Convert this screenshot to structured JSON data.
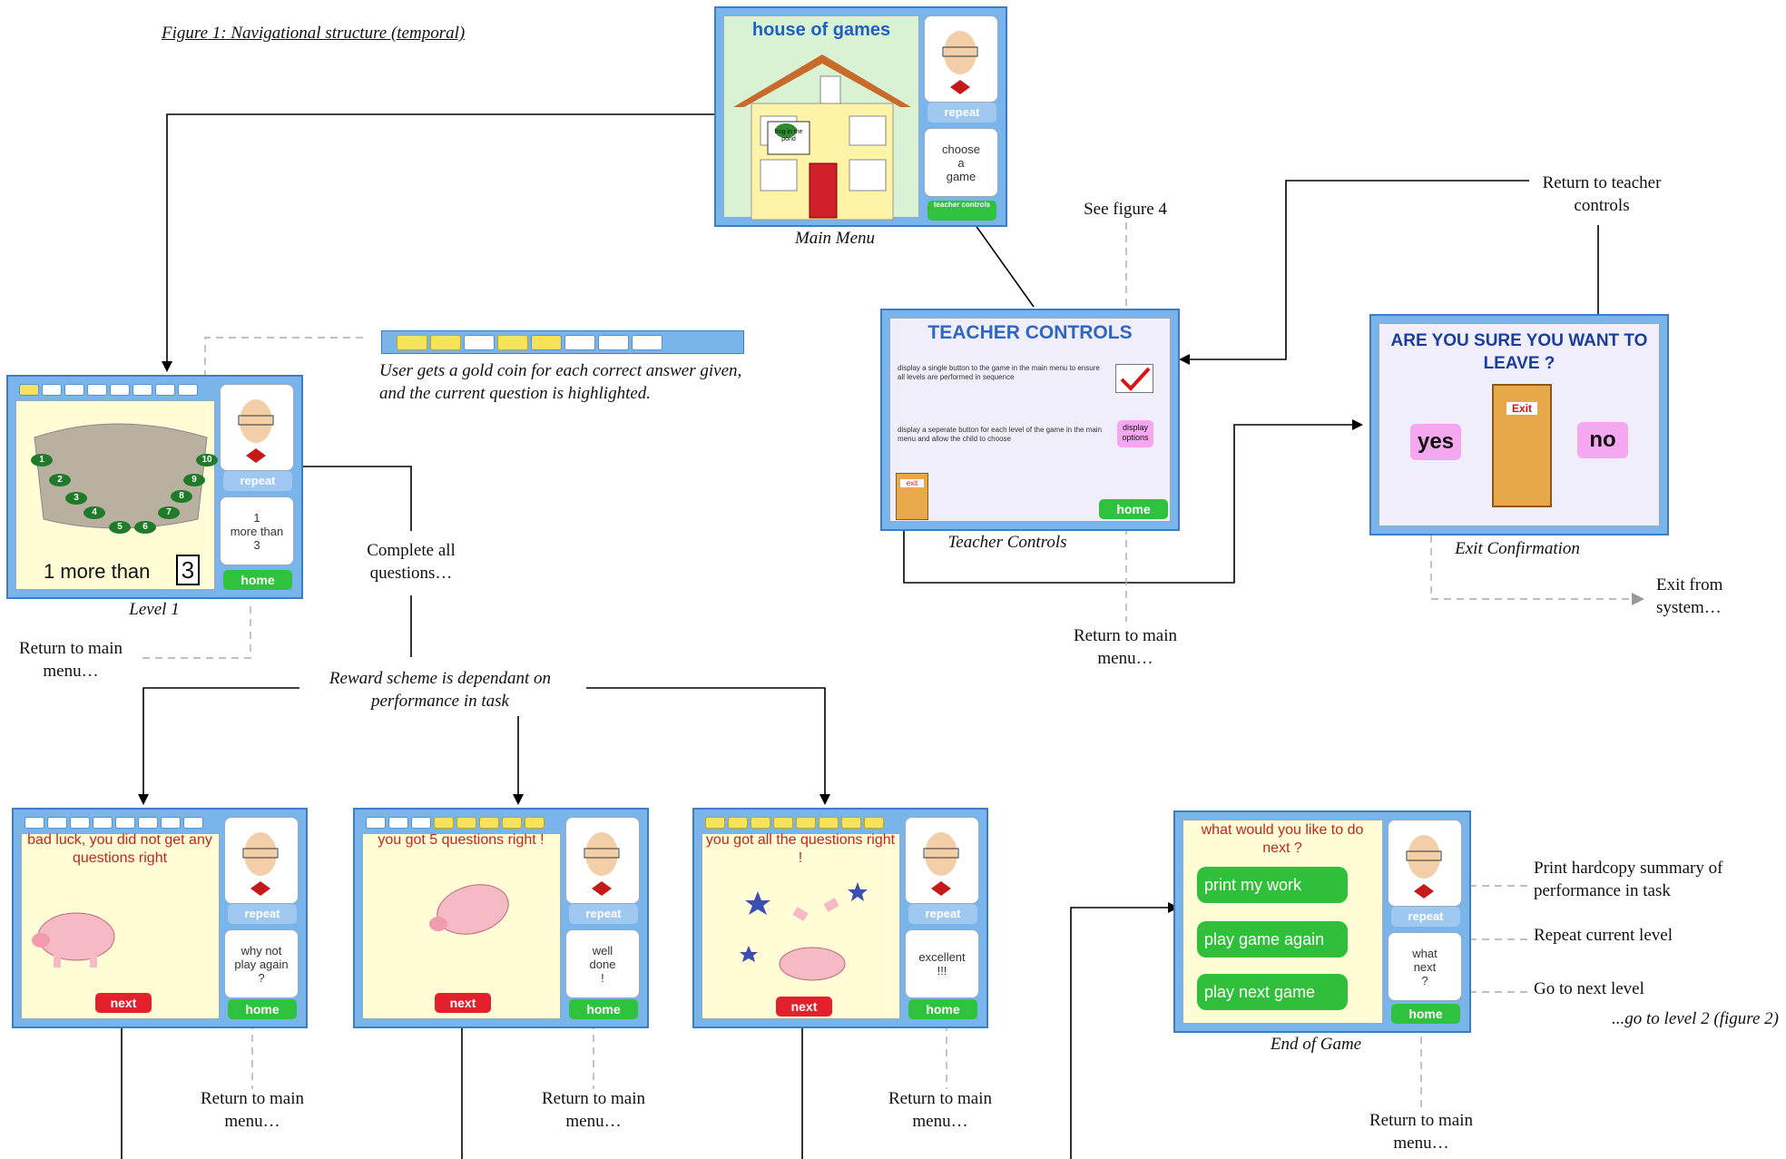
{
  "figure_title": "Figure 1: Navigational structure (temporal)",
  "main_menu": {
    "title": "house of games",
    "frog_sign": "frog in the pond",
    "repeat": "repeat",
    "prompt": "choose\na\ngame",
    "teacher_btn": "teacher controls",
    "caption": "Main Menu"
  },
  "progress_note": "User gets a gold coin for each correct answer given, and the current question is highlighted.",
  "level1": {
    "numbers": [
      "1",
      "2",
      "3",
      "4",
      "5",
      "6",
      "7",
      "8",
      "9",
      "10"
    ],
    "question": "1 more than",
    "answer": "3",
    "repeat": "repeat",
    "box": "1\nmore than\n3",
    "home": "home",
    "caption": "Level 1"
  },
  "teacher_controls": {
    "title": "TEACHER CONTROLS",
    "option1": "display a single button to the game in the main menu to ensure all levels are performed in sequence",
    "option2": "display a seperate button for each level of the game in the main menu and allow the child to choose",
    "display_options": "display options",
    "exit": "exit",
    "home": "home",
    "caption": "Teacher Controls"
  },
  "exit_confirm": {
    "title": "ARE YOU SURE YOU WANT TO LEAVE  ?",
    "yes": "yes",
    "no": "no",
    "sign": "Exit",
    "caption": "Exit Confirmation"
  },
  "labels": {
    "see_figure4": "See figure 4",
    "return_teacher": "Return to teacher controls",
    "exit_system": "Exit from system…",
    "complete_all": "Complete all questions…",
    "reward_scheme": "Reward scheme is dependant on performance in task",
    "return_main": "Return to main menu…",
    "print_summary": "Print hardcopy summary of performance in task",
    "repeat_level": "Repeat current level",
    "next_level": "Go to next level",
    "go_level2": "...go to level 2 (figure 2)"
  },
  "reward_none": {
    "text": "bad luck, you did not get any questions right",
    "repeat": "repeat",
    "box": "why not\nplay again\n?",
    "next": "next",
    "home": "home"
  },
  "reward_some": {
    "text": "you got 5 questions right !",
    "repeat": "repeat",
    "box": "well\ndone\n!",
    "next": "next",
    "home": "home"
  },
  "reward_all": {
    "text": "you got all the questions right !",
    "repeat": "repeat",
    "box": "excellent\n!!!",
    "next": "next",
    "home": "home"
  },
  "end_game": {
    "title": "what would you like to do next ?",
    "print": "print my work",
    "again": "play game again",
    "next_game": "play next game",
    "repeat": "repeat",
    "box": "what\nnext\n?",
    "home": "home",
    "caption": "End of Game"
  },
  "colors": {
    "panel_blue": "#79b4ea",
    "cream": "#fffcd6",
    "green_btn": "#2fbf3a",
    "red_btn": "#e3212c",
    "pink_btn": "#f5a8f0"
  }
}
